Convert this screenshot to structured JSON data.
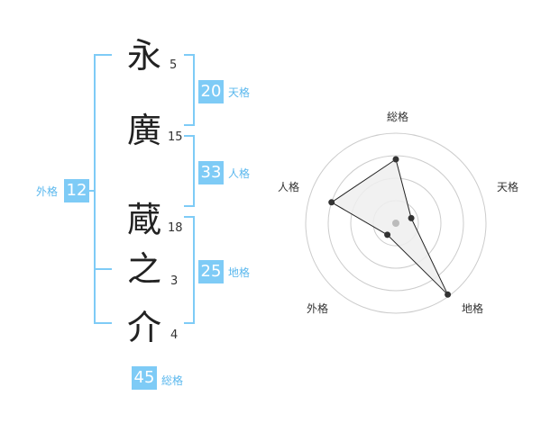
{
  "name": {
    "characters": [
      {
        "char": "永",
        "strokes": "5"
      },
      {
        "char": "廣",
        "strokes": "15"
      },
      {
        "char": "蔵",
        "strokes": "18"
      },
      {
        "char": "之",
        "strokes": "3"
      },
      {
        "char": "介",
        "strokes": "4"
      }
    ]
  },
  "fortunes": {
    "tenkaku": {
      "label": "天格",
      "value": "20"
    },
    "jinkaku": {
      "label": "人格",
      "value": "33"
    },
    "chikaku": {
      "label": "地格",
      "value": "25"
    },
    "gaikaku": {
      "label": "外格",
      "value": "12"
    },
    "soukaku": {
      "label": "総格",
      "value": "45"
    }
  },
  "chart_data": {
    "type": "radar",
    "axes": [
      "総格",
      "天格",
      "地格",
      "外格",
      "人格"
    ],
    "values": [
      0.71,
      0.18,
      0.98,
      0.16,
      0.75
    ],
    "rings": 4,
    "colors": {
      "fill": "#eeeeee",
      "line": "#222222",
      "ring": "#cccccc",
      "point": "#333333",
      "center": "#bbbbbb"
    }
  }
}
